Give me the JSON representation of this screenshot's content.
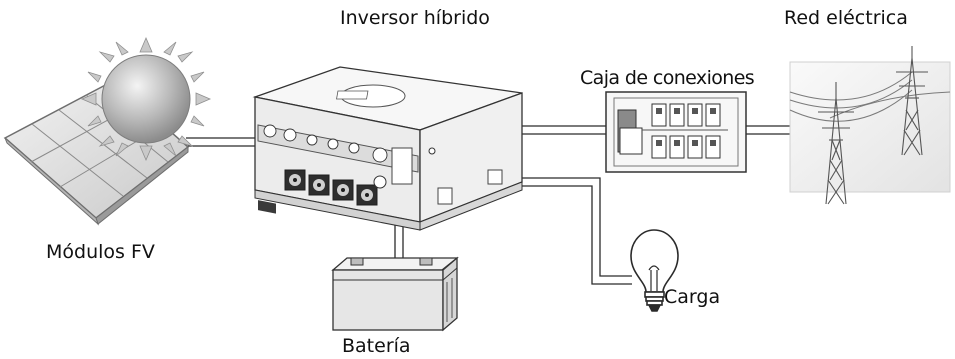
{
  "labels": {
    "inverter": "Inversor híbrido",
    "grid": "Red eléctrica",
    "junction_box": "Caja de conexiones",
    "pv_modules": "Módulos FV",
    "battery": "Batería",
    "load": "Carga"
  },
  "colors": {
    "line": "#2b2b2b",
    "cable": "#9a9a9a",
    "panel_fill": "#d9d9d9",
    "sun_fill": "#b0b0b0",
    "grid_bg": "#f0f0f0"
  },
  "icons": [
    "solar-panel-icon",
    "sun-icon",
    "inverter-icon",
    "junction-box-icon",
    "power-tower-icon",
    "battery-icon",
    "light-bulb-icon"
  ]
}
